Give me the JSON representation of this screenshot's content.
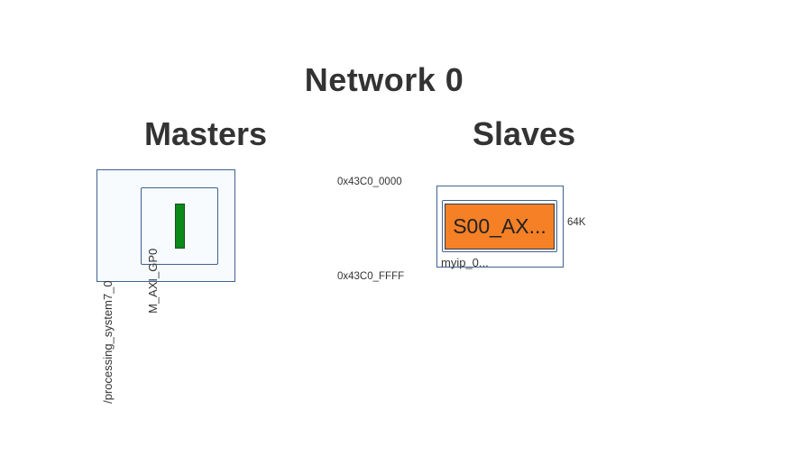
{
  "title": "Network 0",
  "masters": {
    "heading": "Masters",
    "items": [
      {
        "name": "/processing_system7_0",
        "port": "M_AXI_GP0",
        "port_color": "#0a8a17"
      }
    ]
  },
  "slaves": {
    "heading": "Slaves",
    "items": [
      {
        "name": "myip_0...",
        "port": "S00_AX...",
        "port_color": "#f58026",
        "range": "64K",
        "base_address": "0x43C0_0000",
        "high_address": "0x43C0_FFFF"
      }
    ]
  },
  "colors": {
    "block_border": "#3f6290",
    "master_fill": "#f7fbfd",
    "text": "#333333"
  }
}
